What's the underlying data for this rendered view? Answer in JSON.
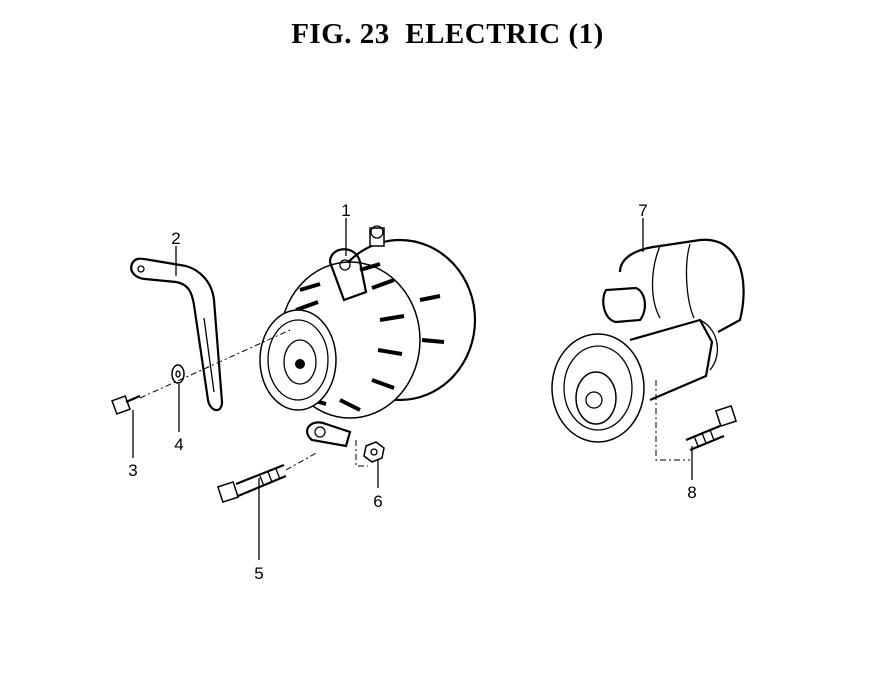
{
  "title": "FIG. 23  ELECTRIC (1)",
  "parts": [
    {
      "number": "1",
      "name": "alternator"
    },
    {
      "number": "2",
      "name": "bracket"
    },
    {
      "number": "3",
      "name": "bolt"
    },
    {
      "number": "4",
      "name": "washer"
    },
    {
      "number": "5",
      "name": "bolt"
    },
    {
      "number": "6",
      "name": "nut"
    },
    {
      "number": "7",
      "name": "starter"
    },
    {
      "number": "8",
      "name": "bolt"
    }
  ]
}
